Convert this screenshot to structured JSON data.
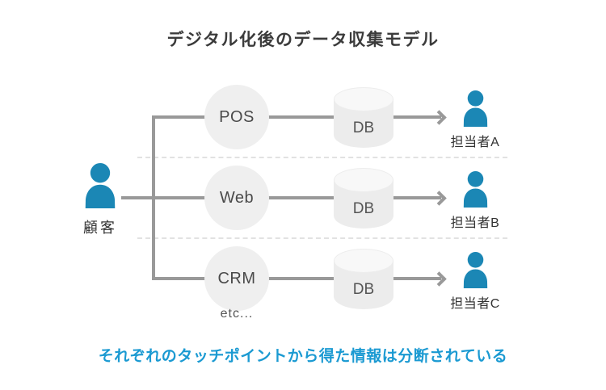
{
  "title": "デジタル化後のデータ収集モデル",
  "customer": {
    "label": "顧客"
  },
  "rows": [
    {
      "touchpoint": "POS",
      "db_label": "DB",
      "staff_label": "担当者A"
    },
    {
      "touchpoint": "Web",
      "db_label": "DB",
      "staff_label": "担当者B"
    },
    {
      "touchpoint": "CRM",
      "db_label": "DB",
      "staff_label": "担当者C"
    }
  ],
  "etc_label": "etc...",
  "footer": "それぞれのタッチポイントから得た情報は分断されている",
  "colors": {
    "accent_blue": "#1b87b5",
    "footer_blue": "#1b9ad2",
    "line_gray": "#999999",
    "circle_gray": "#efefef",
    "db_gray": "#ececec"
  }
}
